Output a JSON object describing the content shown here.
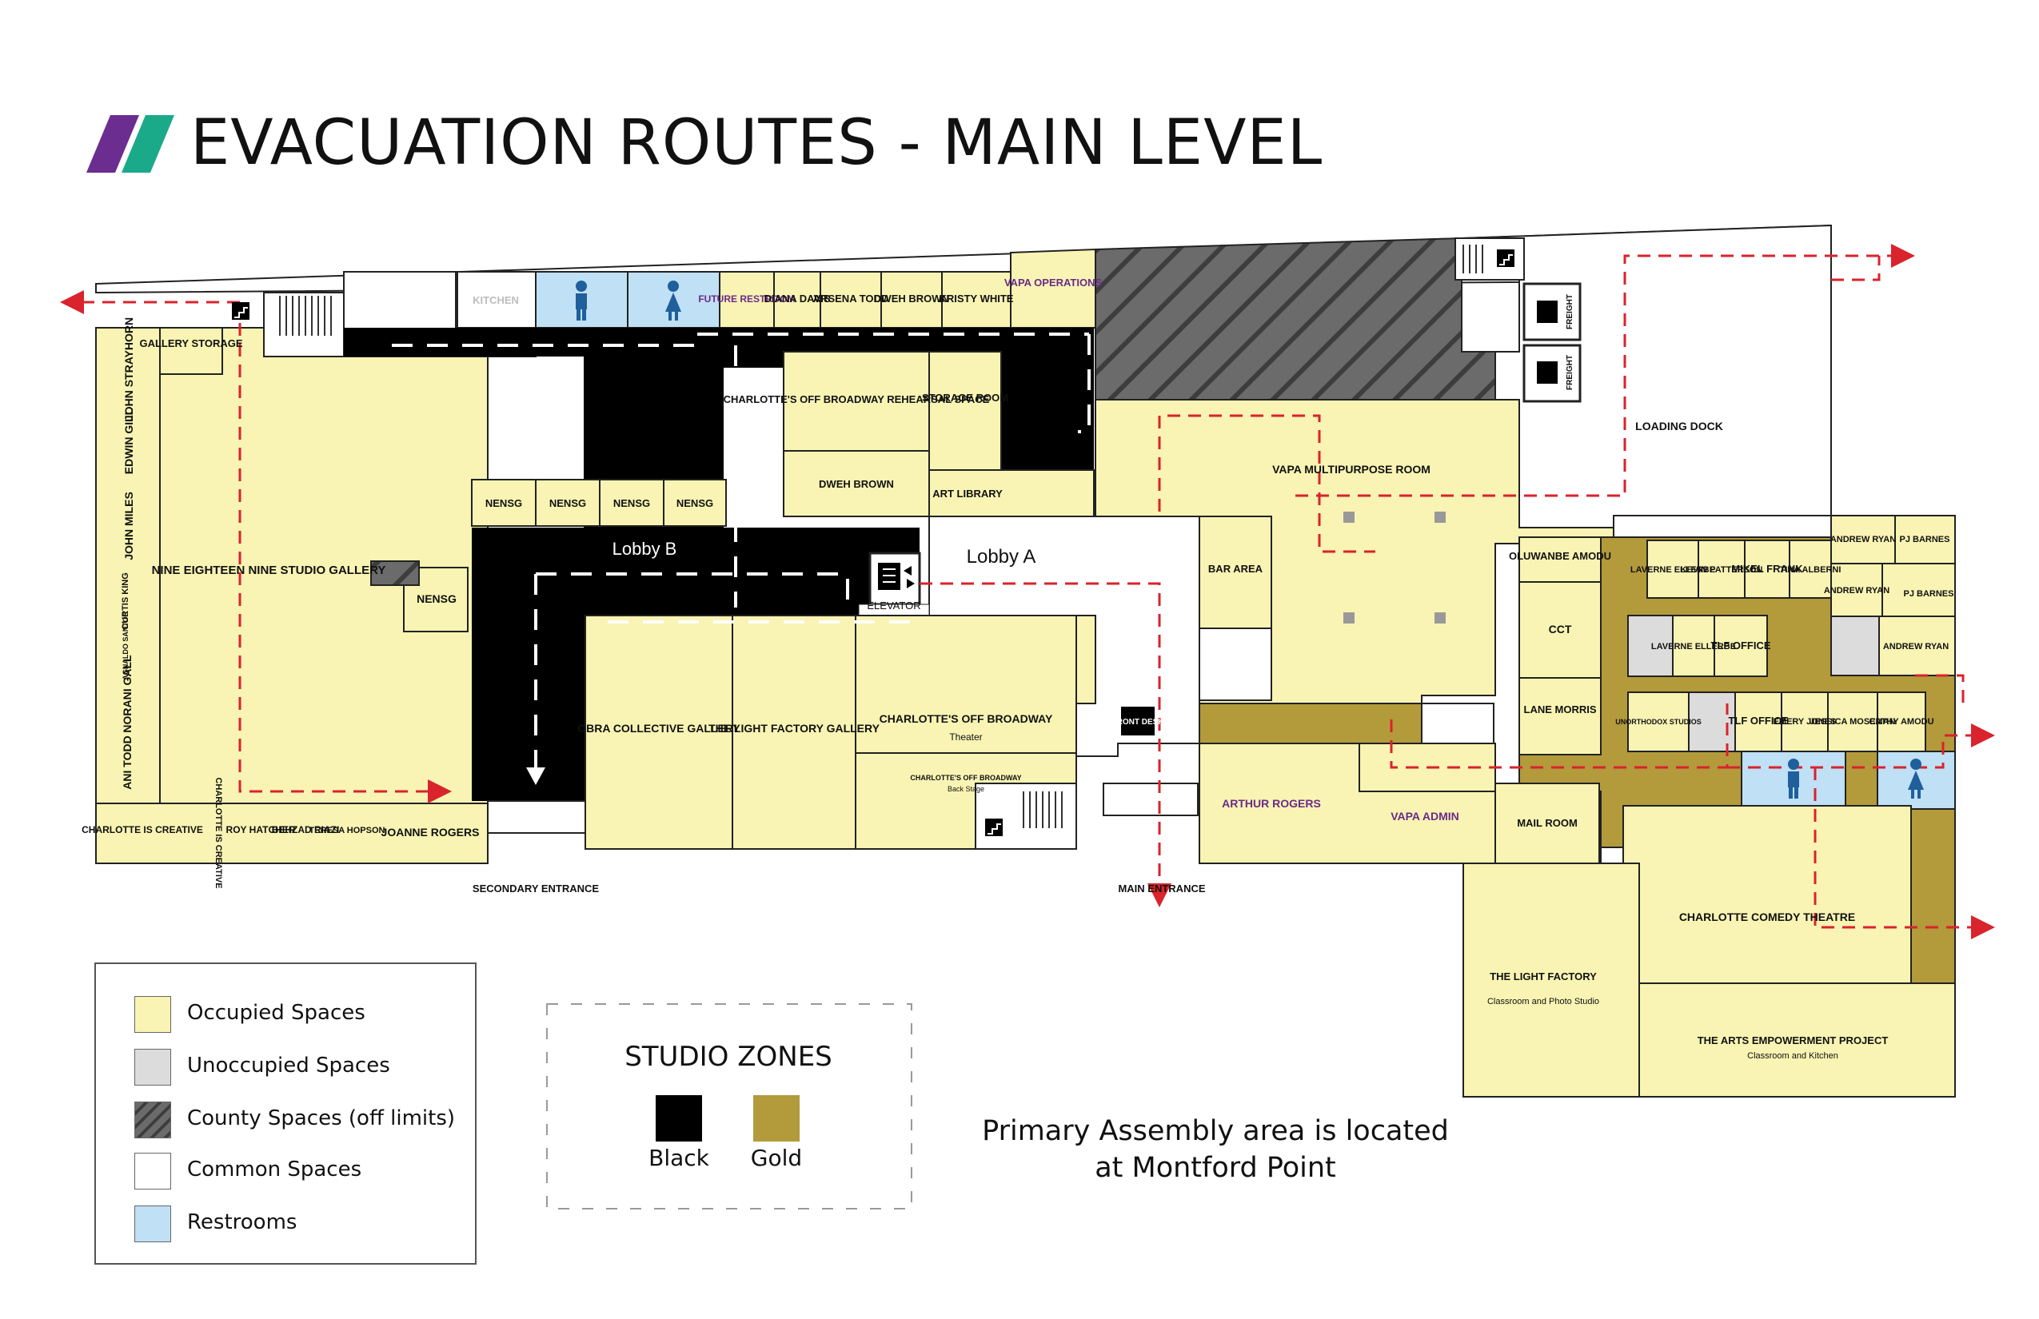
{
  "title": "EVACUATION ROUTES - MAIN LEVEL",
  "colors": {
    "occupied": "#f9f4b3",
    "unoccupied": "#dcdcdc",
    "county": "#6b6b6b",
    "common": "#ffffff",
    "restroom": "#bfe0f5",
    "black_zone": "#000000",
    "gold_zone": "#b39a3b",
    "route": "#d9232d",
    "brand_purple": "#6b2d8f",
    "brand_teal": "#1aaa8a"
  },
  "icons": [
    "stair-icon",
    "elevator-icon",
    "freight-elevator-icon",
    "men-restroom-icon",
    "women-restroom-icon",
    "door-swing-icon",
    "exit-arrow-icon"
  ],
  "rooms": {
    "john_strayhorn": "JOHN STRAYHORN",
    "gallery_storage": "GALLERY STORAGE",
    "edwin_gill": "EDWIN GILL",
    "john_miles": "JOHN MILES",
    "curtis_king": "CURTIS KING",
    "agnaldo_santos": "AGNALDO SANTOS",
    "norani_gall": "NORANI GALL",
    "ani_todd": "ANI TODD",
    "nine_eighteen_nine": "NINE EIGHTEEN NINE STUDIO GALLERY",
    "nensg": "NENSG",
    "charlotte_is_creative": "CHARLOTTE IS CREATIVE",
    "charlotte_is_creative_2": "CHARLOTTE IS CREATIVE",
    "roy_hatcher": "ROY HATCHER",
    "behzad_riazi": "BEHZAD RIAZI",
    "teresa_hopson": "TERESA HOPSON",
    "joanne_rogers": "JOANNE ROGERS",
    "kitchen": "KITCHEN",
    "future_restroom": "FUTURE RESTROOM",
    "diana_davis": "DIANA DAVIS",
    "arsena_todd": "ARSENA TODD",
    "dweh_brown": "DWEH BROWN",
    "kristy_white": "KRISTY WHITE",
    "vapa_operations": "VAPA OPERATIONS",
    "cob_rehearsal": "CHARLOTTE'S OFF BROADWAY REHEARSAL SPACE",
    "storage_room": "STORAGE ROOM",
    "dweh_brown_2": "DWEH BROWN",
    "art_library": "ART LIBRARY",
    "lobby_b": "Lobby B",
    "lobby_a": "Lobby A",
    "elevator": "ELEVATOR",
    "obra_gallery": "OBRA COLLECTIVE GALLERY",
    "light_factory_gallery": "THE LIGHT FACTORY GALLERY",
    "cob_theater": "CHARLOTTE'S OFF BROADWAY",
    "cob_theater_sub": "Theater",
    "cob_backstage": "CHARLOTTE'S OFF BROADWAY",
    "cob_backstage_sub": "Back Stage",
    "secondary_entrance": "SECONDARY ENTRANCE",
    "main_entrance": "MAIN ENTRANCE",
    "front_desk": "FRONT DESK",
    "bar_area": "BAR AREA",
    "vapa_multipurpose": "VAPA MULTIPURPOSE ROOM",
    "loading_dock": "LOADING DOCK",
    "freight": "FREIGHT",
    "oluwanbe_amodu": "OLUWANBE AMODU",
    "cct": "CCT",
    "lane_morris": "LANE MORRIS",
    "laverne_ellerbe": "LAVERNE ELLERBE",
    "kevin_patterson": "KEVIN PATTERSON",
    "mikel_frank": "MIKEL FRANK",
    "tina_alberni": "TINA ALBERNI",
    "andrew_ryan": "ANDREW RYAN",
    "pj_barnes": "PJ BARNES",
    "laverne_ellerbe_2": "LAVERNE ELLERBE",
    "tlf_office": "TLF OFFICE",
    "unorthodox": "UNORTHODOX STUDIOS",
    "tlf_office_2": "TLF OFFICE",
    "emery_jones": "EMERY JONES",
    "jessica_moseman": "JESSICA MOSEMAN",
    "cathy_amodu": "CATHY AMODU",
    "arthur_rogers": "ARTHUR ROGERS",
    "vapa_admin": "VAPA ADMIN",
    "mail_room": "MAIL ROOM",
    "comedy_theatre": "CHARLOTTE COMEDY THEATRE",
    "light_factory_classroom": "THE LIGHT FACTORY",
    "light_factory_classroom_sub": "Classroom and Photo Studio",
    "arts_empowerment": "THE ARTS EMPOWERMENT PROJECT",
    "arts_empowerment_sub": "Classroom and Kitchen"
  },
  "legend": [
    {
      "label": "Occupied Spaces",
      "color": "#f9f4b3"
    },
    {
      "label": "Unoccupied Spaces",
      "color": "#dcdcdc"
    },
    {
      "label": "County Spaces (off limits)",
      "color": "#6b6b6b"
    },
    {
      "label": "Common Spaces",
      "color": "#ffffff"
    },
    {
      "label": "Restrooms",
      "color": "#bfe0f5"
    }
  ],
  "studio_zones": {
    "title": "STUDIO ZONES",
    "black": "Black",
    "gold": "Gold"
  },
  "assembly": {
    "line1": "Primary Assembly area is located",
    "line2": "at Montford Point"
  }
}
